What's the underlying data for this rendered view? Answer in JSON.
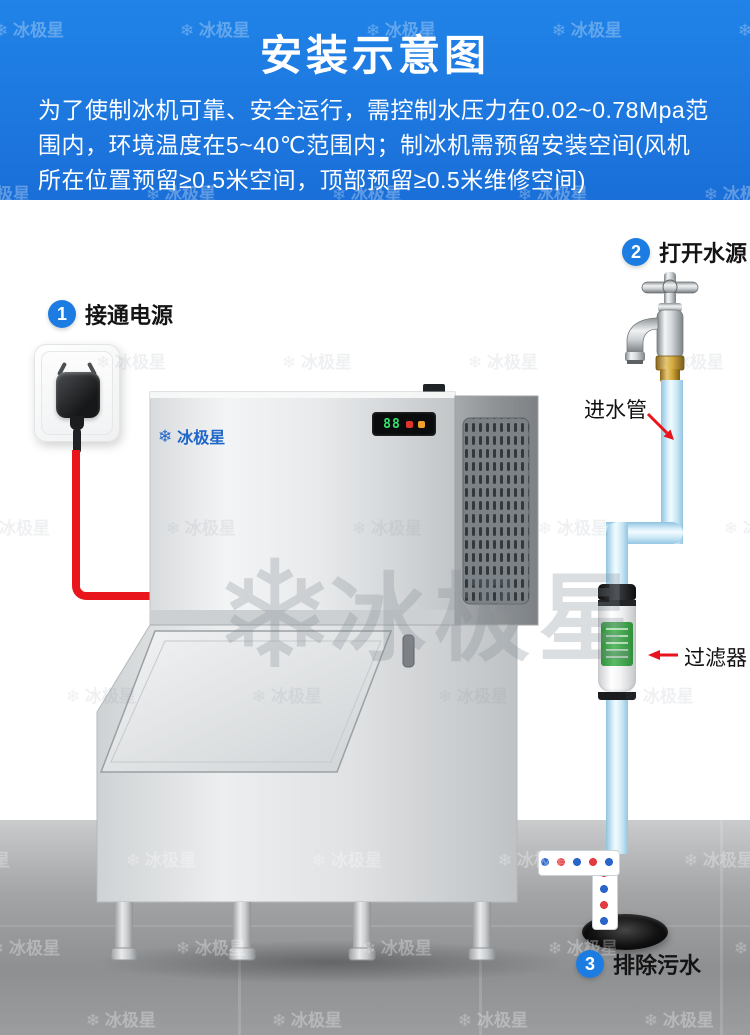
{
  "brand": {
    "name": "冰极星",
    "snowflake_icon": "❄"
  },
  "header": {
    "title": "安装示意图",
    "description": "为了使制冰机可靠、安全运行，需控制水压力在0.02~0.78Mpa范围内，环境温度在5~40℃范围内；制冰机需预留安装空间(风机所在位置预留≥0.5米空间，顶部预留≥0.5米维修空间)"
  },
  "steps": [
    {
      "number": "1",
      "label": "接通电源"
    },
    {
      "number": "2",
      "label": "打开水源"
    },
    {
      "number": "3",
      "label": "排除污水"
    }
  ],
  "annotations": {
    "inlet_pipe": "进水管",
    "filter": "过滤器"
  },
  "machine": {
    "logo": "冰极星",
    "display_value": "88"
  },
  "colors": {
    "header_blue": "#1b74dd",
    "badge_blue": "#1d7ce2",
    "wire_red": "#e8151d",
    "pipe_blue": "#cde9f7",
    "brand_blue": "#1e66c9"
  }
}
